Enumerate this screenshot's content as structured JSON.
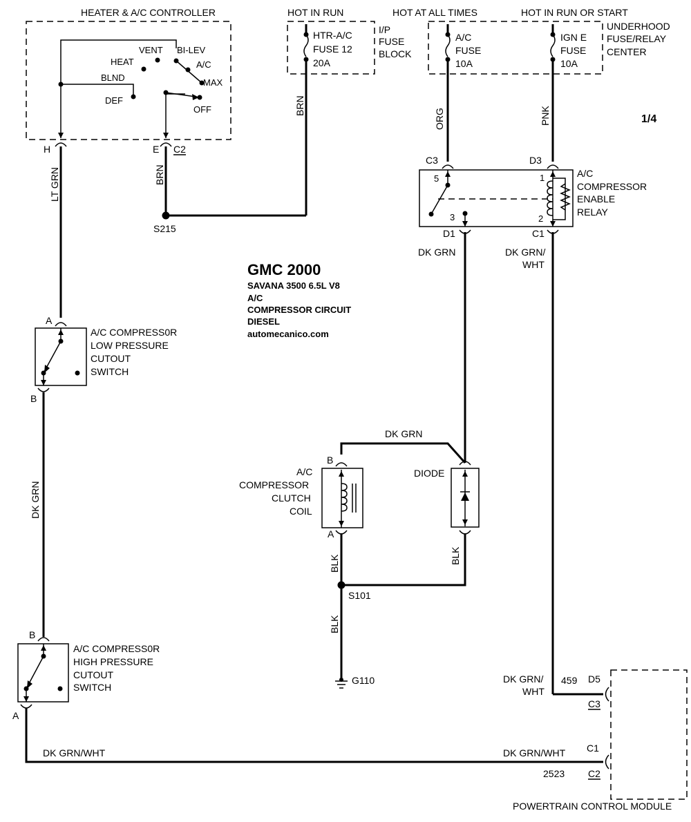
{
  "page_number": "1/4",
  "title": {
    "main": "GMC 2000",
    "model": "SAVANA 3500  6.5L  V8",
    "line1": "A/C",
    "line2": "COMPRESSOR CIRCUIT",
    "line3": "DIESEL",
    "site": "automecanico.com"
  },
  "controller": {
    "title": "HEATER & A/C CONTROLLER",
    "modes": [
      "VENT",
      "BI-LEV",
      "HEAT",
      "A/C",
      "BLND",
      "MAX",
      "DEF",
      "OFF"
    ],
    "pin_h": "H",
    "pin_e": "E",
    "connector": "C2"
  },
  "power": {
    "hot_in_run": "HOT IN RUN",
    "hot_all_times": "HOT AT ALL TIMES",
    "hot_run_start": "HOT IN RUN OR START",
    "fuse_htr": [
      "HTR-A/C",
      "FUSE 12",
      "20A"
    ],
    "ip_block": [
      "I/P",
      "FUSE",
      "BLOCK"
    ],
    "fuse_ac": [
      "A/C",
      "FUSE",
      "10A"
    ],
    "fuse_ign": [
      "IGN E",
      "FUSE",
      "10A"
    ],
    "underhood": [
      "UNDERHOOD",
      "FUSE/RELAY",
      "CENTER"
    ]
  },
  "relay": {
    "label": [
      "A/C",
      "COMPRESSOR",
      "ENABLE",
      "RELAY"
    ],
    "pins": {
      "p5": "5",
      "p1": "1",
      "p3": "3",
      "p2": "2"
    },
    "conn": {
      "c3": "C3",
      "d3": "D3",
      "d1": "D1",
      "c1": "C1"
    }
  },
  "wires": {
    "brn": "BRN",
    "org": "ORG",
    "pnk": "PNK",
    "lt_grn": "LT GRN",
    "dk_grn": "DK GRN",
    "dk_grn_wht": "DK GRN/",
    "wht": "WHT",
    "dk_grn_wht_full": "DK GRN/WHT",
    "blk": "BLK"
  },
  "splices": {
    "s215": "S215",
    "s101": "S101",
    "g110": "G110"
  },
  "low_switch": {
    "label": [
      "A/C COMPRESS0R",
      "LOW PRESSURE",
      "CUTOUT",
      "SWITCH"
    ],
    "pin_a": "A",
    "pin_b": "B"
  },
  "high_switch": {
    "label": [
      "A/C COMPRESS0R",
      "HIGH PRESSURE",
      "CUTOUT",
      "SWITCH"
    ],
    "pin_a": "A",
    "pin_b": "B"
  },
  "clutch": {
    "label": [
      "A/C",
      "COMPRESSOR",
      "CLUTCH",
      "COIL"
    ],
    "pin_a": "A",
    "pin_b": "B"
  },
  "diode": {
    "label": "DIODE"
  },
  "pcm": {
    "label": "POWERTRAIN CONTROL MODULE",
    "circuit_459": "459",
    "pin_d5": "D5",
    "conn_c3": "C3",
    "pin_c1": "C1",
    "circuit_2523": "2523",
    "conn_c2": "C2"
  }
}
